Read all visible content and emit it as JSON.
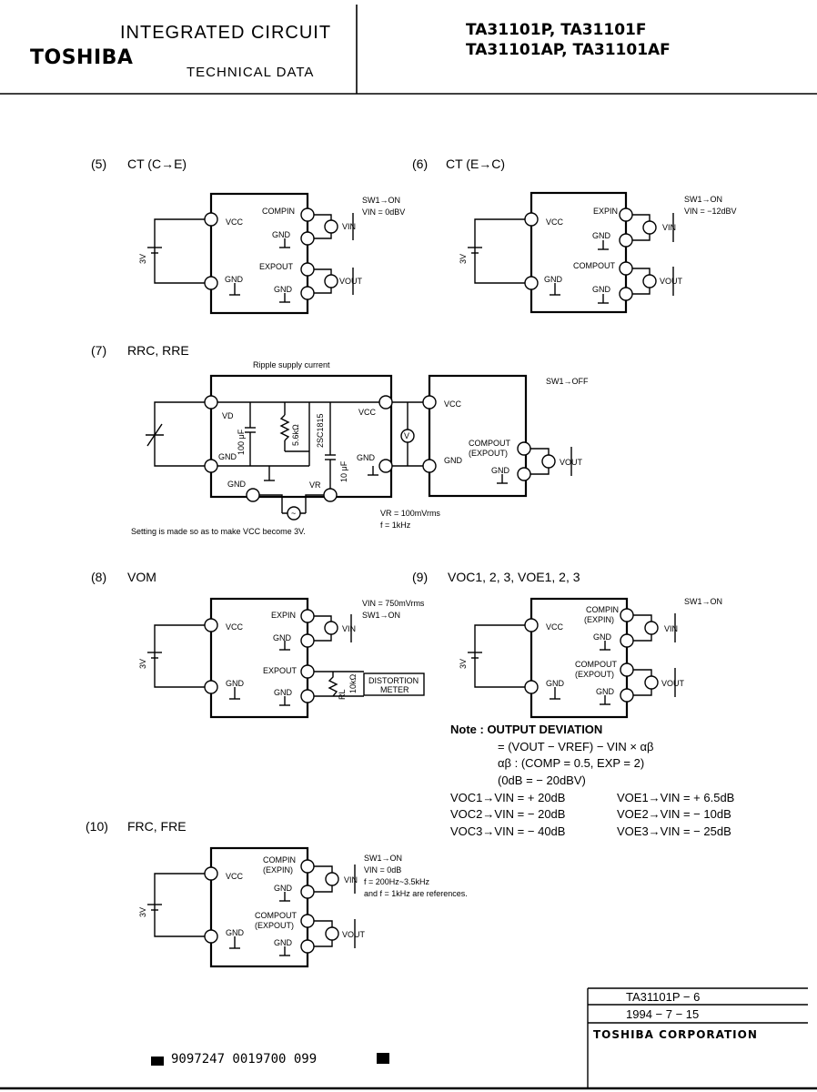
{
  "header": {
    "brand": "TOSHIBA",
    "title": "INTEGRATED   CIRCUIT",
    "subtitle": "TECHNICAL   DATA",
    "part_line1": "TA31101P, TA31101F",
    "part_line2": "TA31101AP, TA31101AF"
  },
  "sections": {
    "s5": {
      "num": "(5)",
      "title": "CT (C→E)",
      "sw": "SW1→ON",
      "vin": "VIN = 0dBV"
    },
    "s6": {
      "num": "(6)",
      "title": "CT (E→C)",
      "sw": "SW1→ON",
      "vin": "VIN = −12dBV"
    },
    "s7": {
      "num": "(7)",
      "title": "RRC, RRE",
      "caption": "Ripple supply current",
      "sw": "SW1→OFF",
      "vr": "VR = 100mVrms",
      "f": "f = 1kHz",
      "setting": "Setting is made so as to make VCC become 3V."
    },
    "s8": {
      "num": "(8)",
      "title": "VOM",
      "vin": "VIN = 750mVrms",
      "sw": "SW1→ON",
      "meter1": "DISTORTION",
      "meter2": "METER"
    },
    "s9": {
      "num": "(9)",
      "title": "VOC1, 2, 3, VOE1, 2, 3",
      "sw": "SW1→ON"
    },
    "s10": {
      "num": "(10)",
      "title": "FRC, FRE",
      "sw": "SW1→ON",
      "vin": "VIN = 0dB",
      "f": "f = 200Hz~3.5kHz",
      "ref": "and f = 1kHz are references."
    }
  },
  "note": {
    "line1": "Note :  OUTPUT DEVIATION",
    "line2": "= (VOUT − VREF) − VIN × αβ",
    "line3": "αβ : (COMP = 0.5,  EXP = 2)",
    "line4": "(0dB = − 20dBV)",
    "c1": "VOC1→VIN = + 20dB",
    "c2": "VOC2→VIN = − 20dB",
    "c3": "VOC3→VIN = − 40dB",
    "e1": "VOE1→VIN = + 6.5dB",
    "e2": "VOE2→VIN = − 10dB",
    "e3": "VOE3→VIN = − 25dB"
  },
  "labels": {
    "vcc": "VCC",
    "gnd": "GND",
    "three_v": "3V",
    "vin": "VIN",
    "vout": "VOUT",
    "comp_in": "COMPIN",
    "exp_in": "EXPIN",
    "comp_out": "COMPOUT",
    "exp_out": "EXPOUT",
    "exp_in_p": "(EXPIN)",
    "exp_out_p": "(EXPOUT)",
    "vd": "VD",
    "vr": "VR",
    "cap100": "100 μF",
    "res56": "5.6kΩ",
    "tr": "2SC1815",
    "cap10": "10 μF",
    "rl": "RL",
    "rl_val": "10kΩ",
    "v": "V",
    "tilde": "~"
  },
  "footer": {
    "doc_no": "TA31101P − 6",
    "date": "1994 − 7 − 15",
    "company": "TOSHIBA CORPORATION",
    "barcode": "9097247  0019700  099"
  }
}
